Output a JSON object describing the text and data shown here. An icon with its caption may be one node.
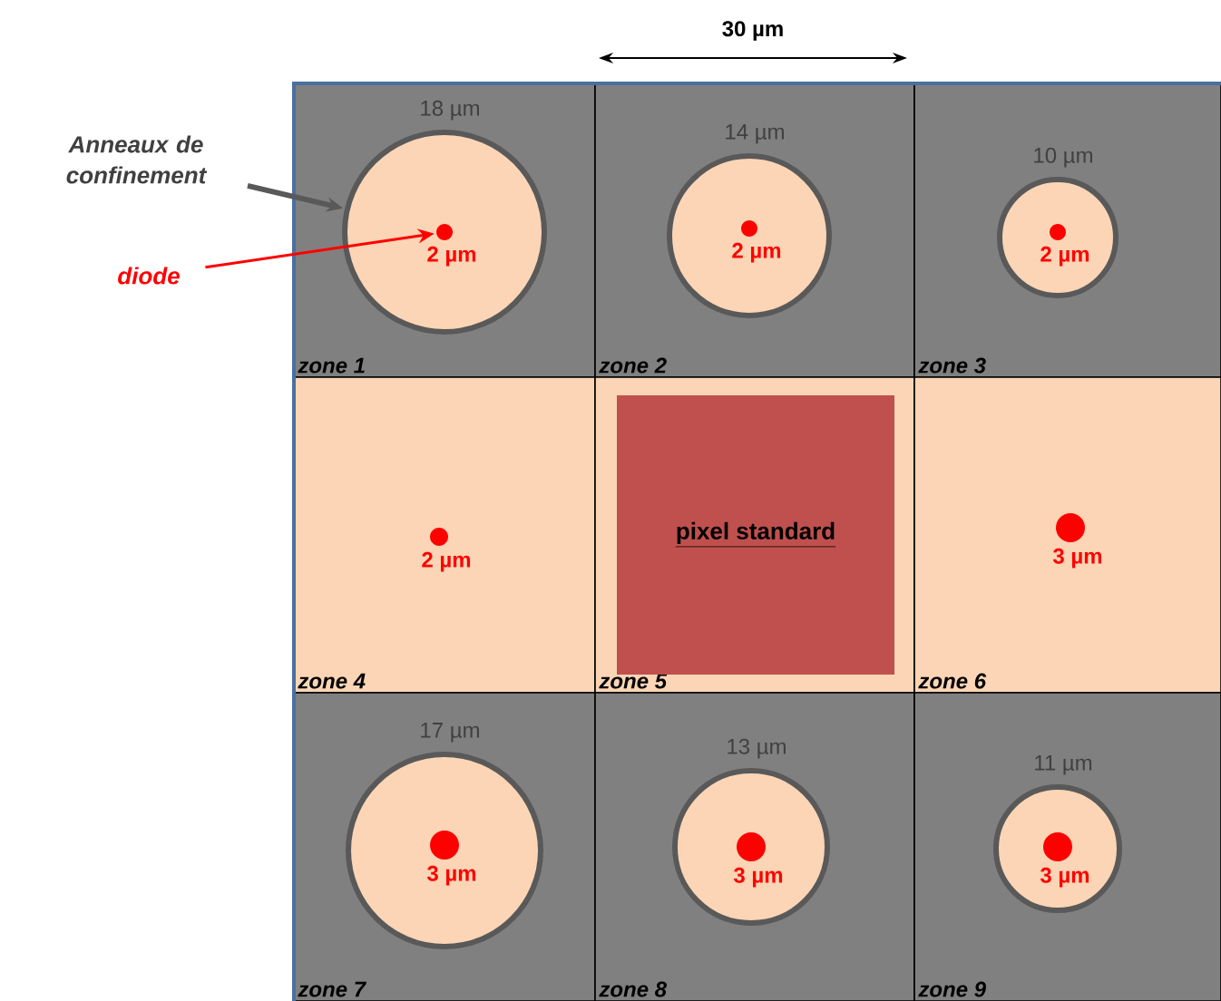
{
  "diagram": {
    "nodes": [
      {
        "text": [
          "zone 1"
        ]
      },
      {
        "text": [],
        "shape": "circle",
        "in": 0,
        "beside": [
          "18 µm"
        ]
      },
      {
        "text": [],
        "shape": "circle",
        "in": 1,
        "beside": [
          "2 µm"
        ]
      },
      {
        "text": [
          "zone 2"
        ]
      },
      {
        "text": [],
        "shape": "circle",
        "in": 3,
        "beside": [
          "14 µm"
        ]
      },
      {
        "text": [],
        "shape": "circle",
        "in": 4,
        "beside": [
          "2 µm"
        ]
      },
      {
        "text": [
          "zone 3"
        ]
      },
      {
        "text": [],
        "shape": "circle",
        "in": 6,
        "beside": [
          "10 µm"
        ]
      },
      {
        "text": [],
        "shape": "circle",
        "in": 7,
        "beside": [
          "2 µm"
        ]
      },
      {
        "text": [
          "zone 4"
        ]
      },
      {
        "text": [],
        "shape": "circle",
        "in": 9,
        "beside": [
          "2 µm"
        ]
      },
      {
        "text": [
          "zone 5"
        ]
      },
      {
        "text": [
          "pixel standard"
        ],
        "in": 11
      },
      {
        "text": [
          "zone 6"
        ]
      },
      {
        "text": [],
        "shape": "circle",
        "in": 13,
        "beside": [
          "3 µm"
        ]
      },
      {
        "text": [
          "zone 7"
        ]
      },
      {
        "text": [],
        "shape": "circle",
        "in": 15,
        "beside": [
          "17 µm"
        ]
      },
      {
        "text": [],
        "shape": "circle",
        "in": 16,
        "beside": [
          "3 µm"
        ]
      },
      {
        "text": [
          "zone 8"
        ]
      },
      {
        "text": [],
        "shape": "circle",
        "in": 18,
        "beside": [
          "13 µm"
        ]
      },
      {
        "text": [],
        "shape": "circle",
        "in": 19,
        "beside": [
          "3 µm"
        ]
      },
      {
        "text": [
          "zone 9"
        ]
      },
      {
        "text": [],
        "shape": "circle",
        "in": 21,
        "beside": [
          "11 µm"
        ]
      },
      {
        "text": [],
        "shape": "circle",
        "in": 22,
        "beside": [
          "3 µm"
        ]
      },
      {
        "text": [
          "Anneaux de confinement"
        ]
      },
      {
        "text": [
          "diode"
        ]
      }
    ],
    "edges": [
      {
        "from": 24,
        "to": 1,
        "arrow": "to",
        "style": "thick",
        "color": "#595959"
      },
      {
        "from": 25,
        "to": 2,
        "arrow": "to",
        "color": "#ff0000"
      }
    ],
    "labels": [
      "30 µm"
    ]
  }
}
